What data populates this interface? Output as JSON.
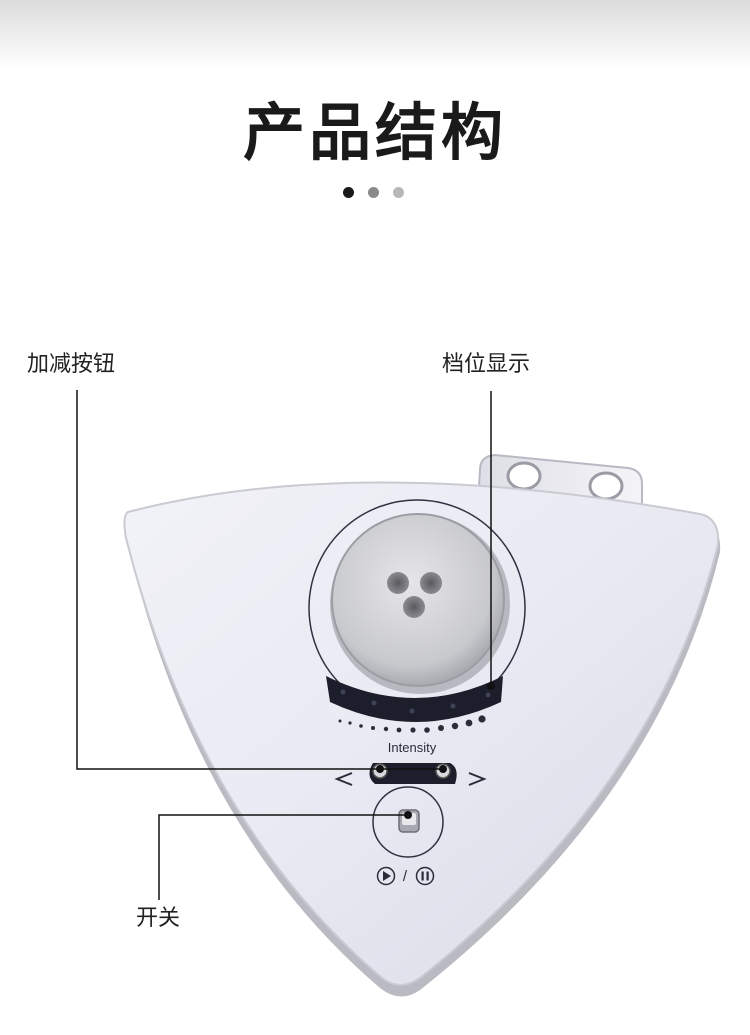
{
  "title": "产品结构",
  "pagination": {
    "count": 3,
    "active": 0
  },
  "callouts": {
    "plus_minus_buttons": "加减按钮",
    "level_display": "档位显示",
    "power_switch": "开关"
  },
  "device": {
    "intensity_label": "Intensity",
    "play_pause_separator": "/"
  }
}
